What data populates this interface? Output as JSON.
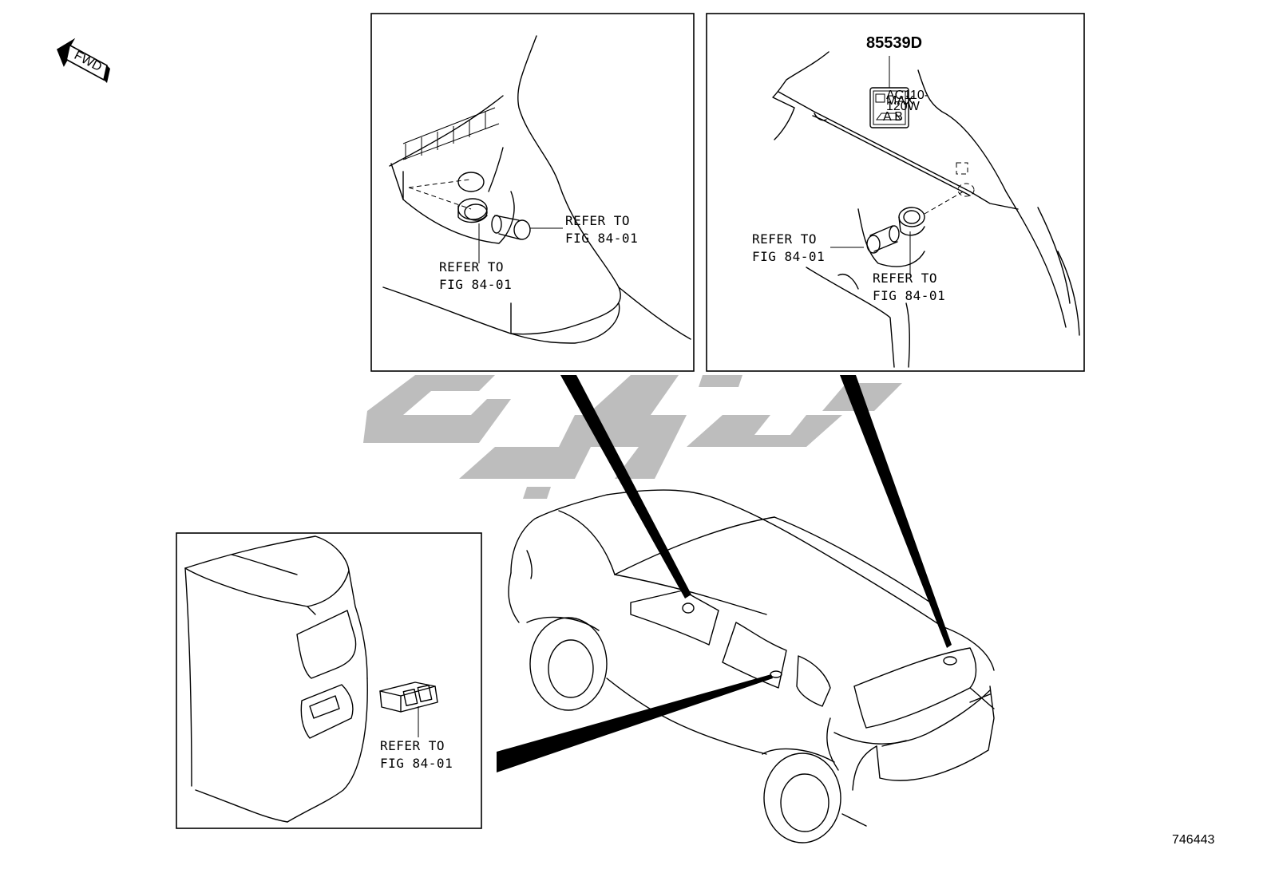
{
  "fwd_label": "FWD",
  "part_number": "85539D",
  "callouts": {
    "left_upper_a": [
      "REFER TO",
      "FIG 84-01"
    ],
    "left_upper_b": [
      "REFER TO",
      "FIG 84-01"
    ],
    "right_upper_a": [
      "REFER TO",
      "FIG 84-01"
    ],
    "right_upper_b": [
      "REFER TO",
      "FIG 84-01"
    ],
    "lower_left": [
      "REFER TO",
      "FIG 84-01"
    ]
  },
  "label_plate_text": [
    "AC110-",
    "MAX",
    "120W"
  ],
  "label_plate_ab": "A  B",
  "figure_number": "746443",
  "watermark_color": "#bdbdbd"
}
